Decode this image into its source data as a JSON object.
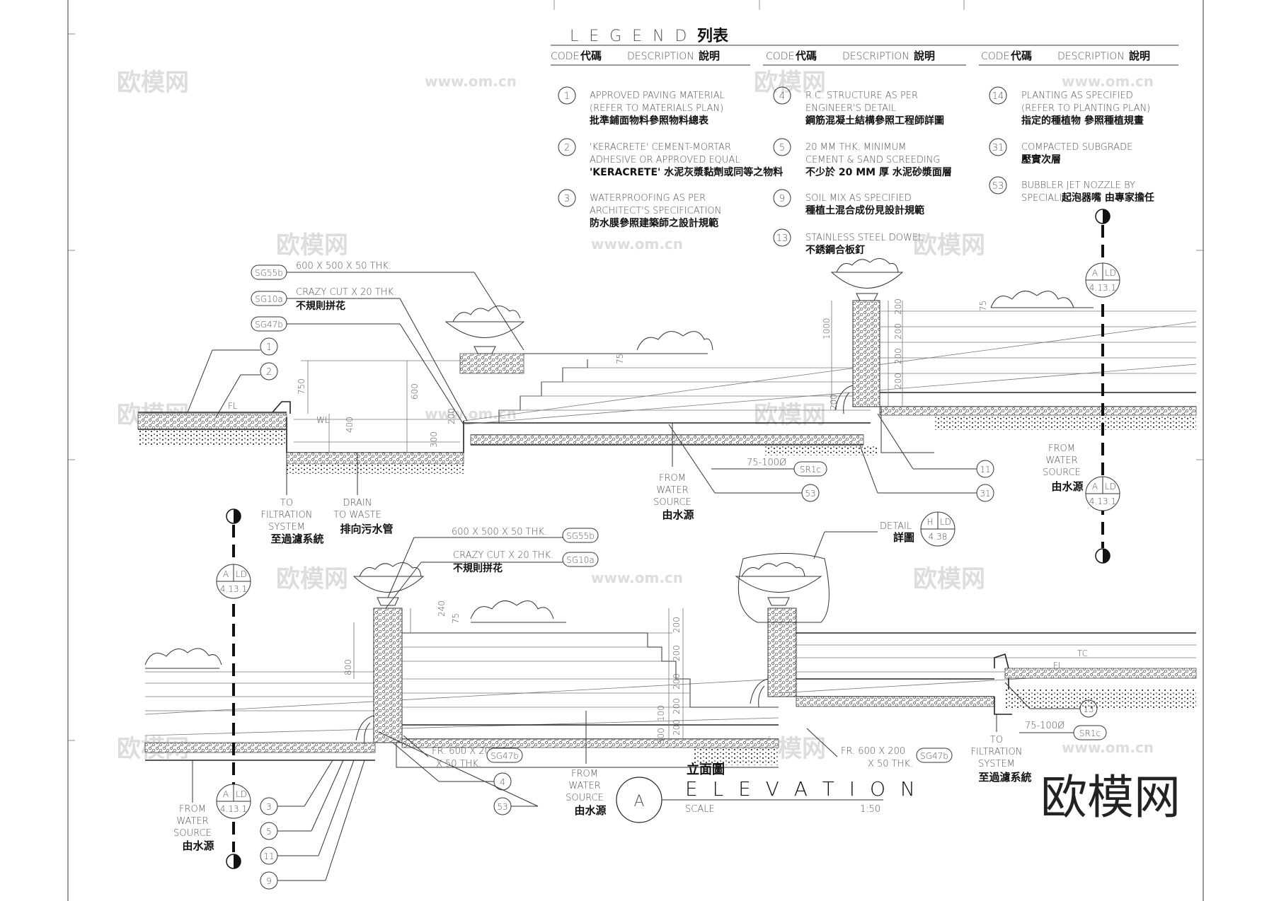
{
  "legend": {
    "title": "L E G E N D",
    "title_cjk": "列表",
    "columns": [
      {
        "code": "CODE",
        "code_cjk": "代碼",
        "desc": "DESCRIPTION",
        "desc_cjk": "說明"
      },
      {
        "code": "CODE",
        "code_cjk": "代碼",
        "desc": "DESCRIPTION",
        "desc_cjk": "說明"
      },
      {
        "code": "CODE",
        "code_cjk": "代碼",
        "desc": "DESCRIPTION",
        "desc_cjk": "說明"
      }
    ],
    "items": [
      {
        "code": "1",
        "l1": "APPROVED PAVING MATERIAL",
        "l2": "(REFER TO MATERIALS PLAN)",
        "cjk": "批準鋪面物料參照物料總表"
      },
      {
        "code": "2",
        "l1": "'KERACRETE' CEMENT-MORTAR",
        "l2": "ADHESIVE OR APPROVED EQUAL",
        "cjk": "'KERACRETE'  水泥灰漿黏劑或同等之物料"
      },
      {
        "code": "3",
        "l1": "WATERPROOFING AS PER",
        "l2": "ARCHITECT'S SPECIFICATION",
        "cjk": "防水膜參照建築師之設計規範"
      },
      {
        "code": "4",
        "l1": "R.C. STRUCTURE AS PER",
        "l2": "ENGINEER'S DETAIL",
        "cjk": "鋼筋混凝土結構參照工程師詳圖"
      },
      {
        "code": "5",
        "l1": "20 MM THK. MINIMUM",
        "l2": "CEMENT & SAND SCREEDING",
        "cjk": "不少於 20 MM  厚 水泥砂漿面層"
      },
      {
        "code": "9",
        "l1": "SOIL MIX AS SPECIFIED",
        "l2": "",
        "cjk": "種植土混合成份見設計規範"
      },
      {
        "code": "13",
        "l1": "STAINLESS STEEL DOWEL",
        "l2": "",
        "cjk": "不銹鋼合板釘"
      },
      {
        "code": "14",
        "l1": "PLANTING AS SPECIFIED",
        "l2": "(REFER TO PLANTING PLAN)",
        "cjk": "指定的種植物 參照種植規畫"
      },
      {
        "code": "31",
        "l1": "COMPACTED SUBGRADE",
        "l2": "",
        "cjk": "壓實次層"
      },
      {
        "code": "53",
        "l1": "BUBBLER JET NOZZLE BY",
        "l2": "SPECIALIST",
        "cjk": "起泡器嘴 由專家擔任"
      }
    ]
  },
  "top_section": {
    "material_tags": [
      {
        "tag": "SG55b",
        "text": "600 X 500 X 50 THK.",
        "cjk": ""
      },
      {
        "tag": "SG10a",
        "text": "CRAZY CUT X 20 THK.",
        "cjk": "不規則拼花"
      },
      {
        "tag": "SG47b",
        "text": "",
        "cjk": ""
      }
    ],
    "callouts": [
      "1",
      "2"
    ],
    "dims": [
      "750",
      "600",
      "400",
      "200",
      "300",
      "75",
      "1000",
      "200",
      "200",
      "200",
      "200",
      "200",
      "75",
      "75-100Ø"
    ],
    "wl": "WL",
    "fl": "FL",
    "sr_tag": "SR1c",
    "right_callouts": [
      "11",
      "31",
      "53"
    ],
    "notes": [
      {
        "en": [
          "TO",
          "FILTRATION",
          "SYSTEM"
        ],
        "cjk": "至過濾系統"
      },
      {
        "en": [
          "DRAIN",
          "TO WASTE"
        ],
        "cjk": "排向污水管"
      },
      {
        "en": [
          "FROM",
          "WATER",
          "SOURCE"
        ],
        "cjk": "由水源"
      },
      {
        "en": [
          "FROM",
          "WATER",
          "SOURCE"
        ],
        "cjk": "由水源"
      }
    ],
    "section_mark": {
      "a": "A",
      "b": "LD",
      "ref": "4.13.1"
    }
  },
  "bottom_section": {
    "material_tags": [
      {
        "tag": "SG55b",
        "text": "600 X 500 X 50 THK.",
        "cjk": ""
      },
      {
        "tag": "SG10a",
        "text": "CRAZY CUT X 20 THK.",
        "cjk": "不規則拼花"
      }
    ],
    "detail": {
      "en": "DETAIL",
      "cjk": "詳圖",
      "a": "H",
      "b": "LD",
      "ref": "4.38"
    },
    "fr_left": {
      "l1": "FR. 600 X 200",
      "l2": "X 50 THK.",
      "tag": "SG47b"
    },
    "fr_right": {
      "l1": "FR. 600 X 200",
      "l2": "X 50 THK.",
      "tag": "SG47b"
    },
    "dims": [
      "800",
      "240",
      "75",
      "200",
      "200",
      "200",
      "200",
      "200",
      "100",
      "300",
      "75-100Ø"
    ],
    "tc": "TC",
    "fl": "FL",
    "sr_tag": "SR1c",
    "callouts_left": [
      "3",
      "5",
      "11",
      "9"
    ],
    "callouts_mid": [
      "4",
      "53"
    ],
    "callout_right": "13",
    "notes": [
      {
        "en": [
          "FROM",
          "WATER",
          "SOURCE"
        ],
        "cjk": "由水源"
      },
      {
        "en": [
          "FROM",
          "WATER",
          "SOURCE"
        ],
        "cjk": "由水源"
      },
      {
        "en": [
          "TO",
          "FILTRATION",
          "SYSTEM"
        ],
        "cjk": "至過濾系統"
      }
    ],
    "section_mark": {
      "a": "A",
      "b": "LD",
      "ref": "4.13.1"
    }
  },
  "elevation": {
    "cjk": "立面圖",
    "title": "E L E V A T I O N",
    "mark": "A",
    "scale_label": "SCALE",
    "scale_value": "1:50"
  },
  "watermark": {
    "text": "欧模网",
    "url": "www.om.cn",
    "big": "欧模网"
  }
}
